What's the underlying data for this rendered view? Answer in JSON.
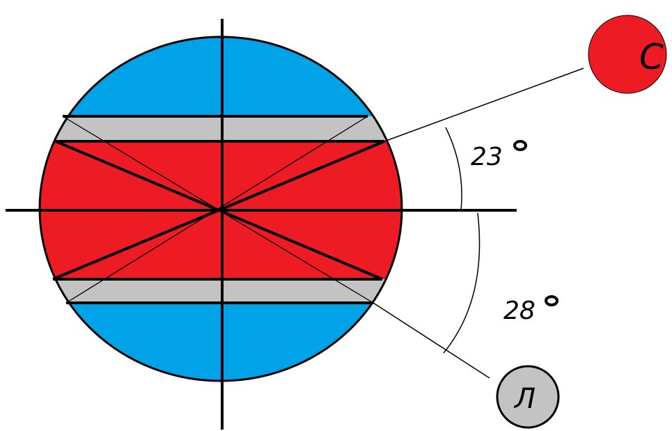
{
  "diagram": {
    "labels": {
      "sun": "С",
      "moon": "Л",
      "angle_sun": "23",
      "angle_moon": "28"
    },
    "colors": {
      "polar": "#00a2e8",
      "tropical": "#ed1c24",
      "band": "#c3c3c3",
      "sun": "#ed1c24",
      "moon": "#c3c3c3",
      "line": "#000000"
    }
  }
}
